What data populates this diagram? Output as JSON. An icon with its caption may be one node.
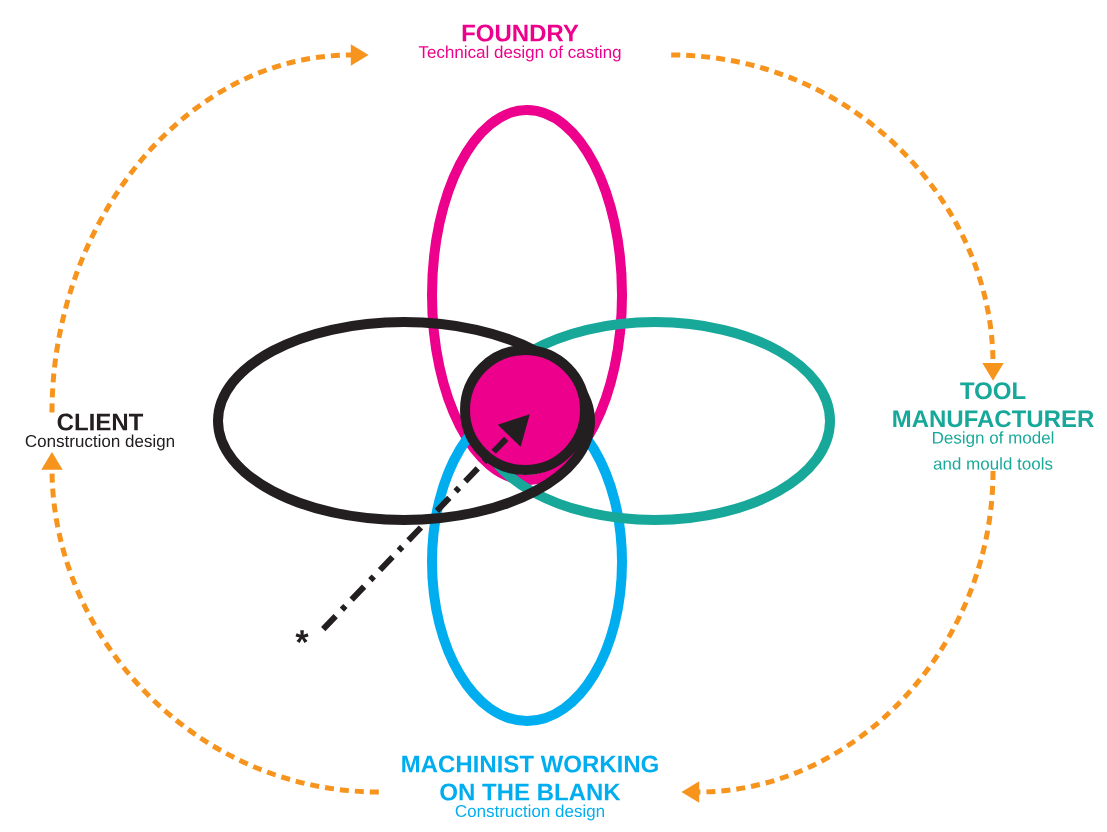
{
  "diagram": {
    "nodes": [
      {
        "text": [
          "FOUNDRY",
          "Technical design of casting"
        ]
      },
      {
        "text": [
          "CLIENT",
          "Construction design"
        ]
      },
      {
        "text": [
          "TOOL MANUFACTURER",
          "Design of model and mould tools"
        ]
      },
      {
        "text": [
          "MACHINIST WORKING ON THE BLANK",
          "Construction design"
        ]
      },
      {
        "text": [],
        "shape": "circle"
      },
      {
        "text": [
          "*"
        ]
      }
    ],
    "edges": [
      {
        "from": 1,
        "to": 0,
        "arrow": "to",
        "style": "dashed"
      },
      {
        "from": 0,
        "to": 2,
        "arrow": "to",
        "style": "dashed"
      },
      {
        "from": 2,
        "to": 3,
        "arrow": "to",
        "style": "dashed"
      },
      {
        "from": 3,
        "to": 1,
        "arrow": "to",
        "style": "dashed"
      },
      {
        "from": 5,
        "to": 4,
        "arrow": "to",
        "style": "dashed",
        "color": "#231f20"
      }
    ]
  }
}
